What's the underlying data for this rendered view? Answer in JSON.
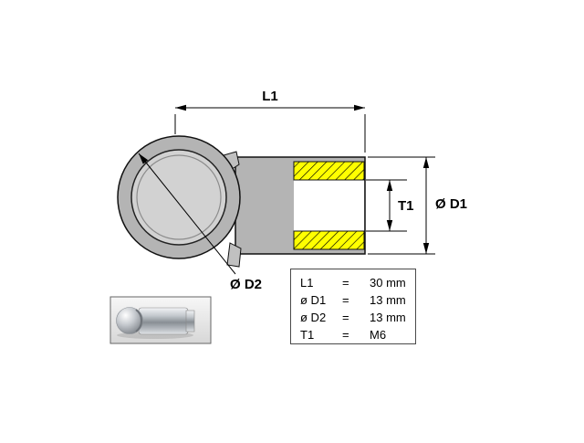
{
  "drawing": {
    "dim_l1_label": "L1",
    "dim_t1_label": "T1",
    "dim_d1_label": "Ø D1",
    "dim_d2_label": "Ø D2",
    "colors": {
      "body_gray": "#b4b4b4",
      "ring_seat_gray": "#d2d2d2",
      "hatch_yellow": "#ffff00"
    }
  },
  "spec_table": {
    "rows": [
      {
        "name": "L1",
        "eq": "=",
        "value": "30 mm"
      },
      {
        "name": "ø D1",
        "eq": "=",
        "value": "13 mm"
      },
      {
        "name": "ø D2",
        "eq": "=",
        "value": "13 mm"
      },
      {
        "name": "T1",
        "eq": "=",
        "value": "M6"
      }
    ]
  }
}
